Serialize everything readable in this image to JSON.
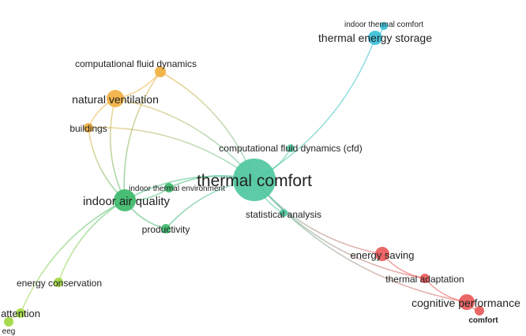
{
  "network": {
    "clusters": {
      "green": "#3cb96a",
      "teal": "#4fc7a0",
      "orange": "#f0b040",
      "cyan": "#38c0d8",
      "red": "#e85a5a",
      "lime": "#a0d840"
    },
    "nodes": [
      {
        "id": "thermal-comfort",
        "label": "thermal comfort",
        "cluster": "teal"
      },
      {
        "id": "indoor-air-quality",
        "label": "indoor air quality",
        "cluster": "green"
      },
      {
        "id": "natural-ventilation",
        "label": "natural ventilation",
        "cluster": "orange"
      },
      {
        "id": "computational-fluid-dynamics",
        "label": "computational fluid dynamics",
        "cluster": "orange"
      },
      {
        "id": "buildings",
        "label": "buildings",
        "cluster": "orange"
      },
      {
        "id": "thermal-energy-storage",
        "label": "thermal energy storage",
        "cluster": "cyan"
      },
      {
        "id": "indoor-thermal-comfort",
        "label": "indoor thermal comfort",
        "cluster": "cyan"
      },
      {
        "id": "cfd",
        "label": "computational fluid dynamics (cfd)",
        "cluster": "teal"
      },
      {
        "id": "indoor-thermal-environment",
        "label": "indoor thermal environment",
        "cluster": "green"
      },
      {
        "id": "productivity",
        "label": "productivity",
        "cluster": "green"
      },
      {
        "id": "statistical-analysis",
        "label": "statistical analysis",
        "cluster": "teal"
      },
      {
        "id": "energy-saving",
        "label": "energy saving",
        "cluster": "red"
      },
      {
        "id": "thermal-adaptation",
        "label": "thermal adaptation",
        "cluster": "red"
      },
      {
        "id": "cognitive-performance",
        "label": "cognitive performance",
        "cluster": "red"
      },
      {
        "id": "comfort",
        "label": "comfort",
        "cluster": "red"
      },
      {
        "id": "energy-conservation",
        "label": "energy conservation",
        "cluster": "lime"
      },
      {
        "id": "attention",
        "label": "attention",
        "cluster": "lime"
      },
      {
        "id": "eeg",
        "label": "eeg",
        "cluster": "lime"
      }
    ],
    "links": [
      [
        "thermal-comfort",
        "indoor-air-quality"
      ],
      [
        "thermal-comfort",
        "natural-ventilation"
      ],
      [
        "thermal-comfort",
        "computational-fluid-dynamics"
      ],
      [
        "thermal-comfort",
        "buildings"
      ],
      [
        "thermal-comfort",
        "thermal-energy-storage"
      ],
      [
        "thermal-comfort",
        "cfd"
      ],
      [
        "thermal-comfort",
        "indoor-thermal-environment"
      ],
      [
        "thermal-comfort",
        "productivity"
      ],
      [
        "thermal-comfort",
        "statistical-analysis"
      ],
      [
        "thermal-comfort",
        "energy-saving"
      ],
      [
        "thermal-comfort",
        "thermal-adaptation"
      ],
      [
        "thermal-comfort",
        "cognitive-performance"
      ],
      [
        "natural-ventilation",
        "computational-fluid-dynamics"
      ],
      [
        "natural-ventilation",
        "buildings"
      ],
      [
        "natural-ventilation",
        "indoor-air-quality"
      ],
      [
        "computational-fluid-dynamics",
        "indoor-air-quality"
      ],
      [
        "buildings",
        "indoor-air-quality"
      ],
      [
        "indoor-air-quality",
        "productivity"
      ],
      [
        "indoor-air-quality",
        "indoor-thermal-environment"
      ],
      [
        "indoor-air-quality",
        "energy-conservation"
      ],
      [
        "indoor-air-quality",
        "attention"
      ],
      [
        "energy-saving",
        "thermal-adaptation"
      ],
      [
        "thermal-adaptation",
        "cognitive-performance"
      ],
      [
        "cognitive-performance",
        "comfort"
      ],
      [
        "attention",
        "eeg"
      ],
      [
        "thermal-energy-storage",
        "indoor-thermal-comfort"
      ]
    ]
  }
}
